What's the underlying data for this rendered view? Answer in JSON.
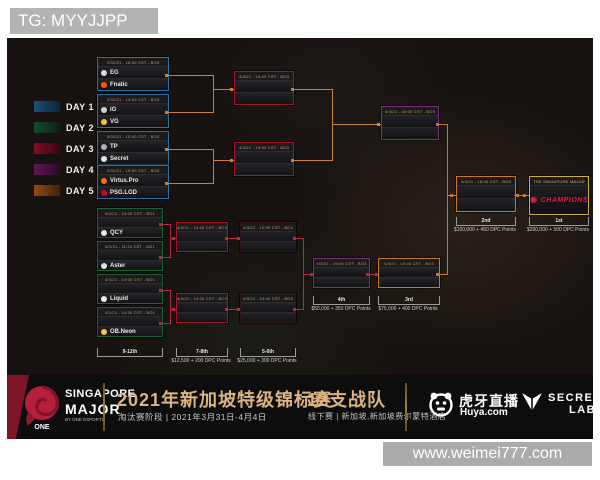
{
  "watermarks": {
    "tg": "TG: MYYJJPP",
    "site": "www.weimei777.com"
  },
  "legend": [
    {
      "label": "DAY 1",
      "color": "#175178"
    },
    {
      "label": "DAY 2",
      "color": "#174b2b"
    },
    {
      "label": "DAY 3",
      "color": "#7c1022"
    },
    {
      "label": "DAY 4",
      "color": "#5c1a58"
    },
    {
      "label": "DAY 5",
      "color": "#8f4c14"
    }
  ],
  "bracket": {
    "upper_qf": [
      {
        "header": "3/31/21 - 16:00 CST - BO3",
        "teams": [
          {
            "name": "EG",
            "color": "#d8dde2"
          },
          {
            "name": "Fnatic",
            "color": "#ff5900"
          }
        ]
      },
      {
        "header": "3/31/21 - 13:00 CST - BO3",
        "teams": [
          {
            "name": "iG",
            "color": "#cfd3d6"
          },
          {
            "name": "VG",
            "color": "#f2c14e"
          }
        ]
      },
      {
        "header": "3/31/21 - 10:00 CST - BO3",
        "teams": [
          {
            "name": "TP",
            "color": "#aab4bf"
          },
          {
            "name": "Secret",
            "color": "#e9e9e9"
          }
        ]
      },
      {
        "header": "3/31/21 - 19:00 CST - BO3",
        "teams": [
          {
            "name": "Virtus.Pro",
            "color": "#ff6a13"
          },
          {
            "name": "PSG.LGD",
            "color": "#d0021b"
          }
        ]
      }
    ],
    "upper_sf": [
      {
        "header": "4/2/21 - 16:00 CST - BO3"
      },
      {
        "header": "4/2/21 - 19:00 CST - BO3"
      }
    ],
    "upper_final": {
      "header": "4/3/21 - 16:00 CST - BO3"
    },
    "grand_final": {
      "header": "4/4/21 - 16:00 CST - BO5",
      "place": "2nd",
      "prize": "$100,000 + 450 DPC Points"
    },
    "champion": {
      "header": "THE SINGAPORE MAJOR",
      "label": "CHAMPIONS",
      "place": "1st",
      "prize": "$200,000 + 500 DPC Points"
    },
    "lower_r1": [
      {
        "header": "4/1/21 - 10:00 CST - BO1",
        "team": {
          "name": "QCY",
          "color": "#e3e6ea"
        }
      },
      {
        "header": "4/1/21 - 11:30 CST - BO1",
        "team": {
          "name": "Aster",
          "color": "#dfe3e8"
        }
      },
      {
        "header": "4/1/21 - 13:00 CST - BO1",
        "team": {
          "name": "Liquid",
          "color": "#eef1f4"
        }
      },
      {
        "header": "4/1/21 - 14:30 CST - BO1",
        "team": {
          "name": "OB.Neon",
          "color": "#f5c542"
        }
      }
    ],
    "lower_r2": [
      {
        "header": "4/2/21 - 10:00 CST - BO3"
      },
      {
        "header": "4/2/21 - 13:00 CST - BO3"
      }
    ],
    "lower_r3": [
      {
        "header": "4/3/21 - 10:00 CST - BO3"
      },
      {
        "header": "4/3/21 - 13:00 CST - BO3"
      }
    ],
    "lower_sf": {
      "header": "4/3/21 - 19:00 CST - BO3",
      "place": "4th",
      "prize": "$50,000 + 350 DPC Points"
    },
    "lower_final": {
      "header": "4/4/21 - 10:00 CST - BO3",
      "place": "3rd",
      "prize": "$75,000 + 400 DPC Points"
    },
    "placements": [
      {
        "label": "9-12th",
        "prize": ""
      },
      {
        "label": "7-8th",
        "prize": "$12,500 + 200 DPC Points"
      },
      {
        "label": "5-6th",
        "prize": "$25,000 + 300 DPC Points"
      }
    ]
  },
  "footer": {
    "logo_line1": "SINGAPORE",
    "logo_line2": "MAJOR",
    "logo_small": "BY ONE ESPORTS",
    "title": "2021年新加坡特级锦标赛",
    "subtitle": "淘汰赛阶段 | 2021年3月31日-4月4日",
    "teams_count": "12支战队",
    "venue": "线下赛 | 新加坡,新加坡费尔蒙特酒店",
    "huya_name": "虎牙直播",
    "huya_url": "Huya.com",
    "secretlab_line1": "SECRET",
    "secretlab_line2": "LAB"
  }
}
